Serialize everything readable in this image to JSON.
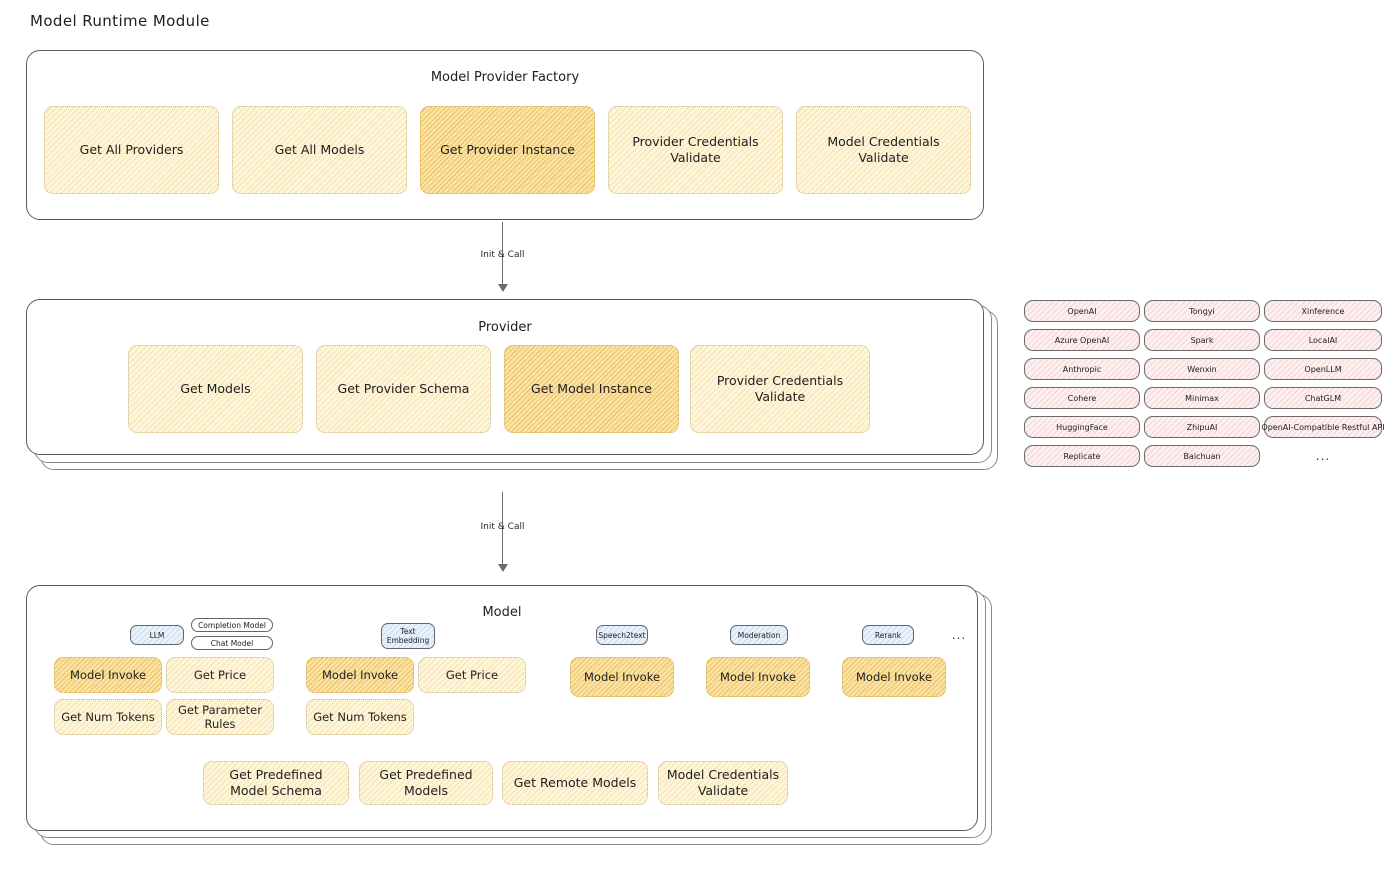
{
  "page": {
    "title": "Model Runtime Module"
  },
  "factory": {
    "title": "Model Provider Factory",
    "cards": [
      {
        "label": "Get All Providers",
        "highlighted": false
      },
      {
        "label": "Get All Models",
        "highlighted": false
      },
      {
        "label": "Get Provider Instance",
        "highlighted": true
      },
      {
        "label": "Provider Credentials Validate",
        "highlighted": false
      },
      {
        "label": "Model Credentials Validate",
        "highlighted": false
      }
    ]
  },
  "arrow_top": {
    "label": "Init & Call"
  },
  "arrow_bottom": {
    "label": "Init & Call"
  },
  "provider": {
    "title": "Provider",
    "cards": [
      {
        "label": "Get Models",
        "highlighted": false
      },
      {
        "label": "Get Provider Schema",
        "highlighted": false
      },
      {
        "label": "Get Model Instance",
        "highlighted": true
      },
      {
        "label": "Provider Credentials Validate",
        "highlighted": false
      }
    ]
  },
  "provider_list": {
    "columns": [
      {
        "items": [
          "OpenAI",
          "Azure OpenAI",
          "Anthropic",
          "Cohere",
          "HuggingFace",
          "Replicate"
        ]
      },
      {
        "items": [
          "Tongyi",
          "Spark",
          "Wenxin",
          "Minimax",
          "ZhipuAI",
          "Baichuan"
        ]
      },
      {
        "items": [
          "Xinference",
          "LocalAI",
          "OpenLLM",
          "ChatGLM",
          "OpenAI-Compatible Restful API"
        ]
      }
    ],
    "more": "..."
  },
  "model": {
    "title": "Model",
    "more": "...",
    "types": [
      {
        "badge": "LLM",
        "sub_badges": [
          "Completion Model",
          "Chat Model"
        ],
        "ops": [
          {
            "label": "Model Invoke",
            "highlighted": true
          },
          {
            "label": "Get Price",
            "highlighted": false
          },
          {
            "label": "Get Num Tokens",
            "highlighted": false
          },
          {
            "label": "Get Parameter Rules",
            "highlighted": false
          }
        ]
      },
      {
        "badge": "Text Embedding",
        "sub_badges": [],
        "ops": [
          {
            "label": "Model Invoke",
            "highlighted": true
          },
          {
            "label": "Get Price",
            "highlighted": false
          },
          {
            "label": "Get Num Tokens",
            "highlighted": false
          }
        ]
      },
      {
        "badge": "Speech2text",
        "sub_badges": [],
        "ops": [
          {
            "label": "Model Invoke",
            "highlighted": true
          }
        ]
      },
      {
        "badge": "Moderation",
        "sub_badges": [],
        "ops": [
          {
            "label": "Model Invoke",
            "highlighted": true
          }
        ]
      },
      {
        "badge": "Rerank",
        "sub_badges": [],
        "ops": [
          {
            "label": "Model Invoke",
            "highlighted": true
          }
        ]
      }
    ],
    "common_ops": [
      {
        "label": "Get Predefined Model Schema"
      },
      {
        "label": "Get Predefined Models"
      },
      {
        "label": "Get Remote Models"
      },
      {
        "label": "Model Credentials Validate"
      }
    ]
  },
  "colors": {
    "card_fill": "#fdf6dd",
    "card_highlight_fill": "#fbe4ab",
    "chip_pink_fill": "#fdf0f0",
    "chip_blue_fill": "#eaf3fb",
    "stroke": "#5c5c5c",
    "text": "#1e1e1e"
  }
}
